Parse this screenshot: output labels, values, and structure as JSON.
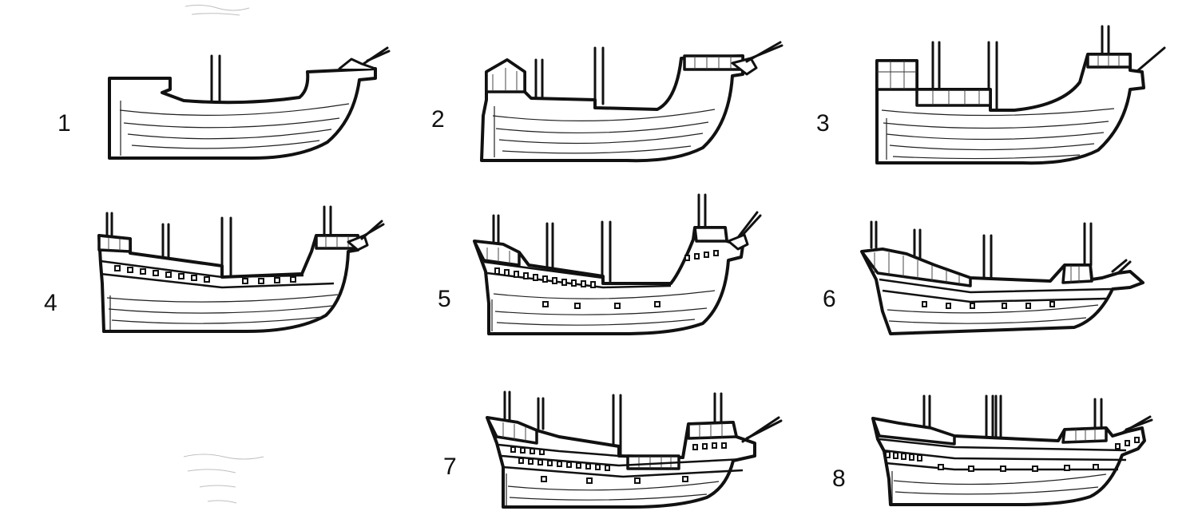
{
  "ships": [
    {
      "label": "1",
      "variant": 1
    },
    {
      "label": "2",
      "variant": 2
    },
    {
      "label": "3",
      "variant": 3
    },
    {
      "label": "4",
      "variant": 4
    },
    {
      "label": "5",
      "variant": 5
    },
    {
      "label": "6",
      "variant": 6
    },
    {
      "label": "7",
      "variant": 7
    },
    {
      "label": "8",
      "variant": 8
    }
  ],
  "colors": {
    "ink": "#111111",
    "paper": "#ffffff"
  }
}
